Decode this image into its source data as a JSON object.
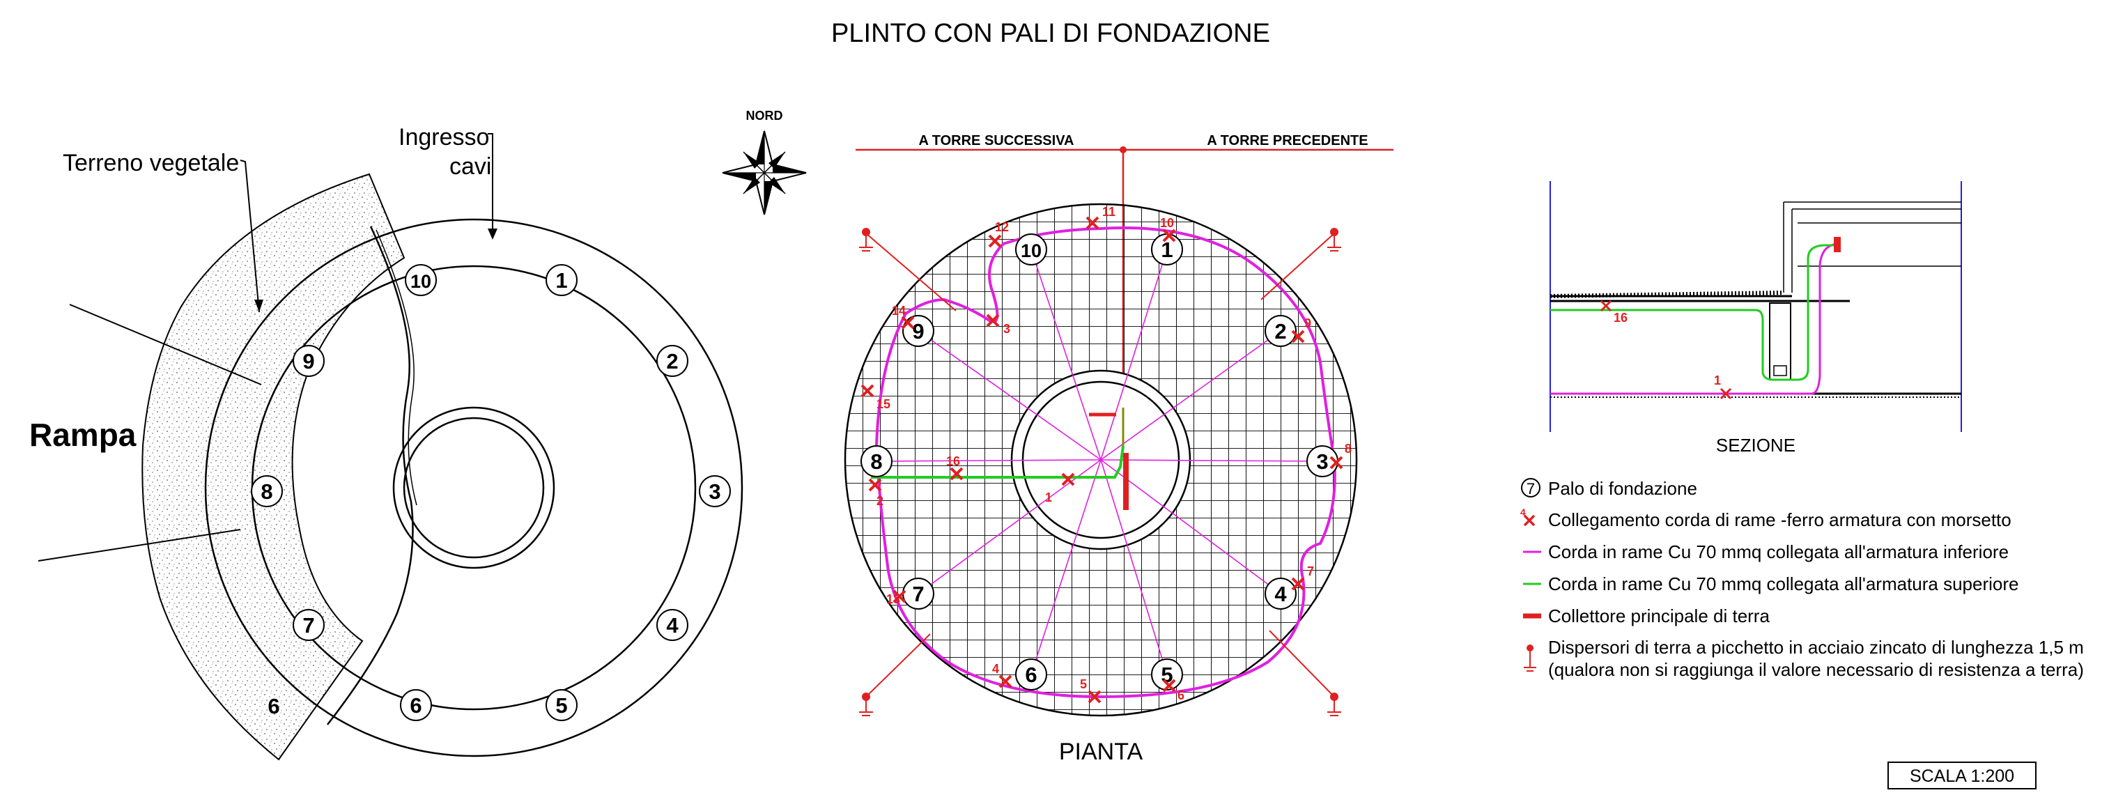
{
  "title": "PLINTO CON PALI DI FONDAZIONE",
  "left_view": {
    "terreno_label": "Terreno vegetale",
    "ingresso_line1": "Ingresso",
    "ingresso_line2": "cavi",
    "rampa_label": "Rampa",
    "soil_pile_label": "6",
    "pile_numbers": [
      "1",
      "2",
      "3",
      "4",
      "5",
      "6",
      "7",
      "8",
      "9",
      "10"
    ]
  },
  "compass_label": "NORD",
  "plan": {
    "label_left": "A TORRE SUCCESSIVA",
    "label_right": "A TORRE PRECEDENTE",
    "caption": "PIANTA",
    "pile_numbers": [
      "1",
      "2",
      "3",
      "4",
      "5",
      "6",
      "7",
      "8",
      "9",
      "10"
    ],
    "connection_numbers": [
      "1",
      "2",
      "3",
      "4",
      "5",
      "6",
      "7",
      "8",
      "9",
      "10",
      "11",
      "12",
      "13",
      "14",
      "15",
      "16"
    ]
  },
  "section": {
    "caption": "SEZIONE",
    "marker_a": "16",
    "marker_b": "1"
  },
  "legend": {
    "pile_symbol": "7",
    "pile": "Palo di fondazione",
    "connection_symbol": "4",
    "connection": "Collegamento corda di rame -ferro armatura con morsetto",
    "lower_cord": "Corda in rame Cu 70 mmq collegata all'armatura inferiore",
    "upper_cord": "Corda in rame Cu 70 mmq collegata all'armatura superiore",
    "collector": "Collettore principale di terra",
    "dispersers_line1": "Dispersori di terra a picchetto in acciaio zincato di lunghezza 1,5 m",
    "dispersers_line2": "(qualora non si raggiunga il valore necessario di resistenza a terra)"
  },
  "scale": "SCALA 1:200",
  "colors": {
    "red": "#e02020",
    "magenta": "#e020e0",
    "green": "#22cc22",
    "olive": "#8a8a00",
    "blue": "#2020e0"
  }
}
